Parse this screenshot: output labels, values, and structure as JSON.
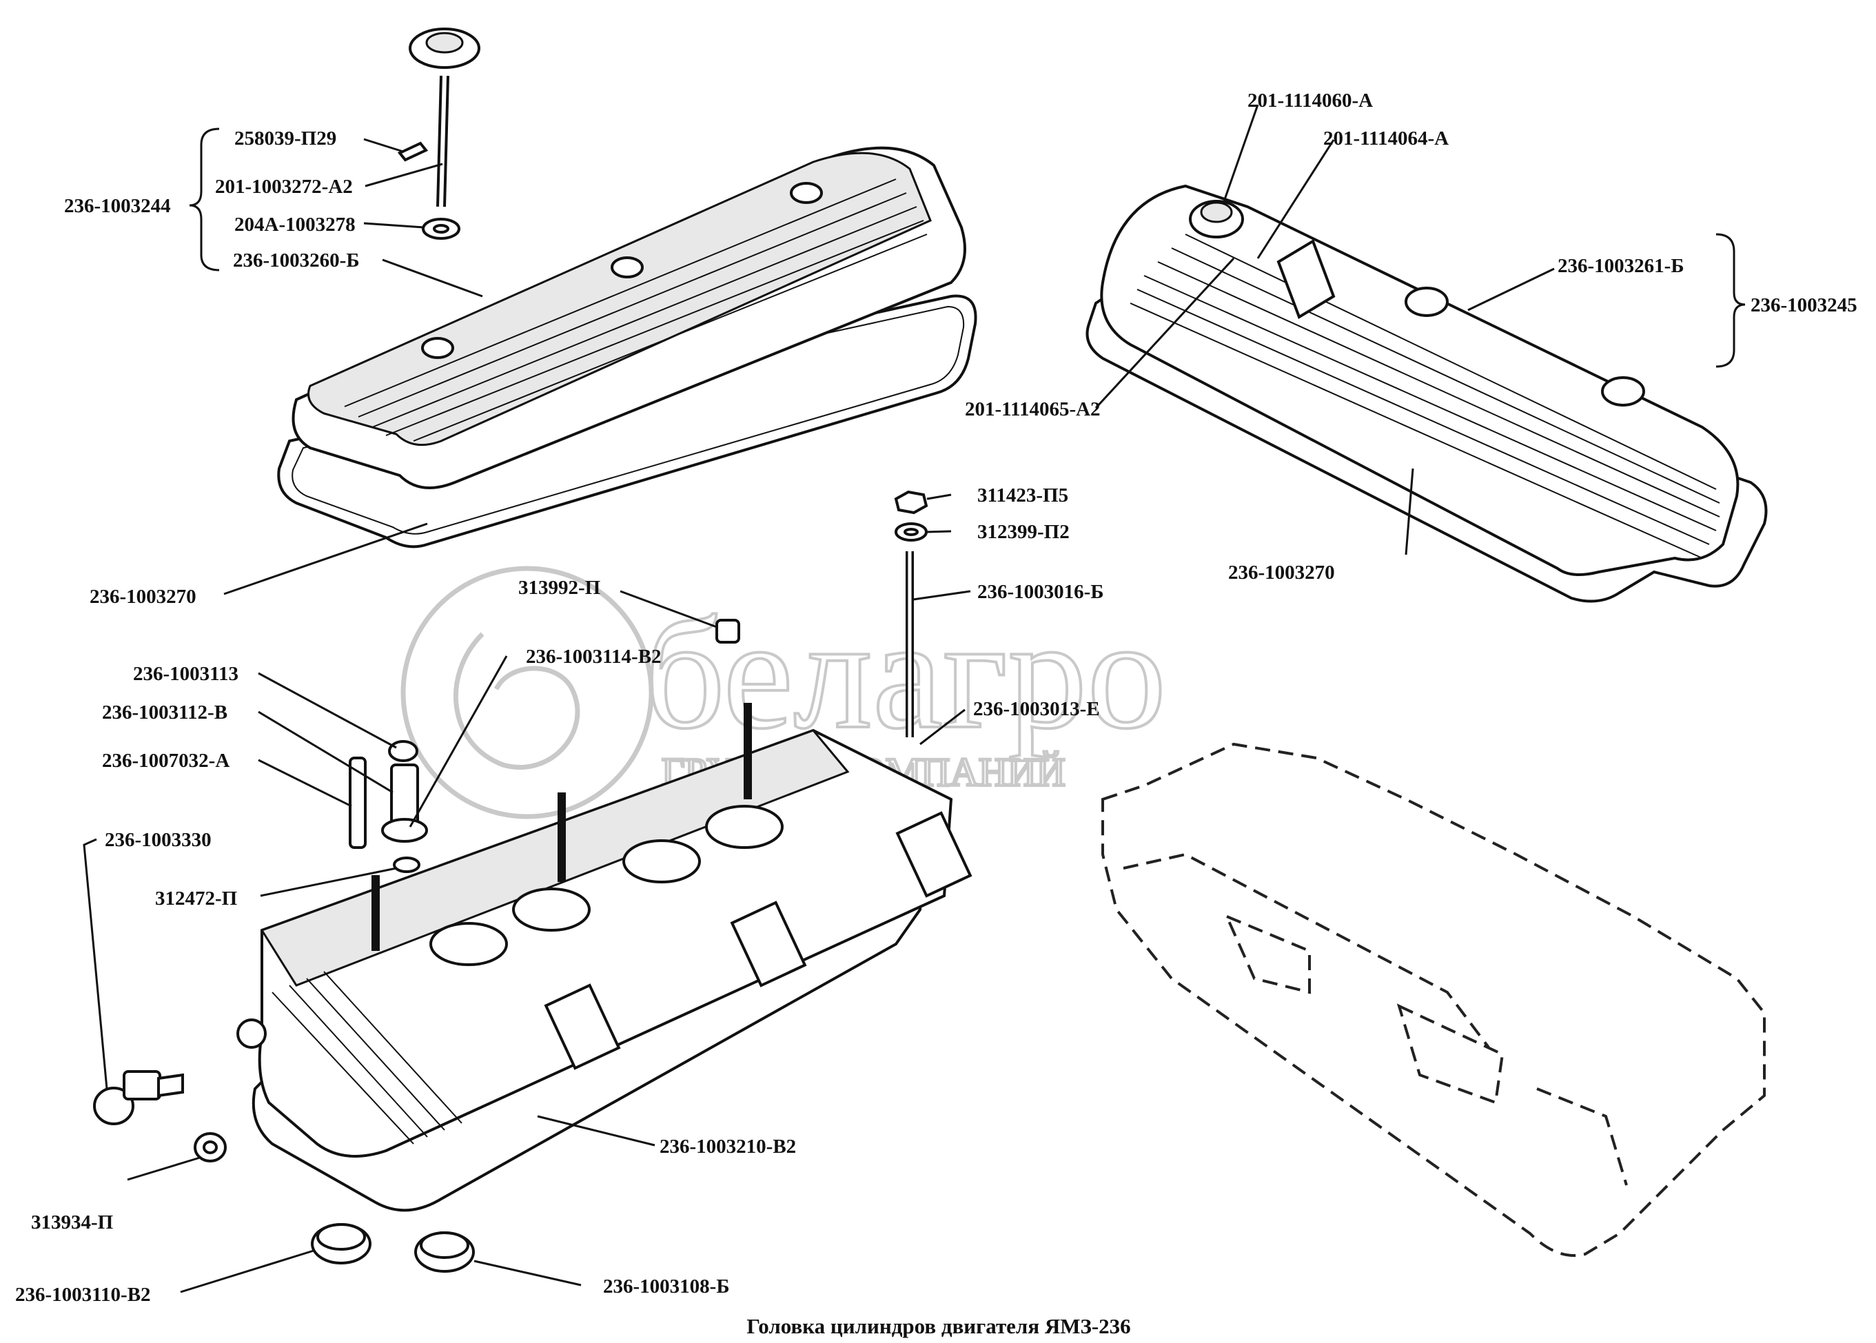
{
  "caption": "Головка цилиндров двигателя ЯМЗ-236",
  "watermark": {
    "name": "белагро",
    "subtitle": "ГРУППА КОМПАНИЙ"
  },
  "labels": {
    "l_258039_P29": "258039-П29",
    "l_201_1003272_A2": "201-1003272-А2",
    "l_236_1003244": "236-1003244",
    "l_204A_1003278": "204А-1003278",
    "l_236_1003260_B": "236-1003260-Б",
    "l_236_1003270_left": "236-1003270",
    "l_201_1114060_A": "201-1114060-А",
    "l_201_1114064_A": "201-1114064-А",
    "l_236_1003261_B": "236-1003261-Б",
    "l_236_1003245": "236-1003245",
    "l_201_1114065_A2": "201-1114065-А2",
    "l_311423_P5": "311423-П5",
    "l_312399_P2": "312399-П2",
    "l_236_1003016_B": "236-1003016-Б",
    "l_236_1003270_right": "236-1003270",
    "l_313992_P": "313992-П",
    "l_236_1003114_V2": "236-1003114-В2",
    "l_236_1003113": "236-1003113",
    "l_236_1003112_V": "236-1003112-В",
    "l_236_1003013_E": "236-1003013-Е",
    "l_236_1007032_A": "236-1007032-А",
    "l_236_1003330": "236-1003330",
    "l_312472_P": "312472-П",
    "l_236_1003210_V2": "236-1003210-В2",
    "l_313934_P": "313934-П",
    "l_236_1003110_V2": "236-1003110-В2",
    "l_236_1003108_B": "236-1003108-Б"
  }
}
